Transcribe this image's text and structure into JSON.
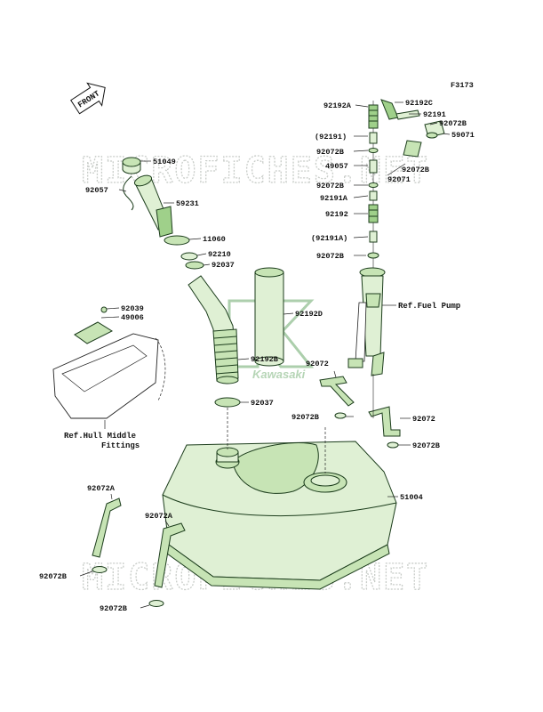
{
  "figure_code": "F3173",
  "front_label": "FRONT",
  "watermark_text": "MICROFICHES.NET",
  "logo_text": "Kawasaki",
  "colors": {
    "part_fill": "#c7e4b5",
    "part_fill_light": "#dff0d4",
    "part_fill_dark": "#9fd08a",
    "outline": "#1c3d1c"
  },
  "labels": {
    "p51049": "51049",
    "p92057": "92057",
    "p59231": "59231",
    "p11060": "11060",
    "p92210": "92210",
    "p92037a": "92037",
    "p92039": "92039",
    "p49006": "49006",
    "p92192D": "92192D",
    "p92192B": "92192B",
    "p92037b": "92037",
    "p92072a": "92072",
    "p92072b": "92072",
    "p92072Bc": "92072B",
    "p92072Bd": "92072B",
    "p51004": "51004",
    "p92072A1": "92072A",
    "p92072A2": "92072A",
    "p92072Be": "92072B",
    "p92072Bf": "92072B",
    "p92192A": "92192A",
    "p92192C": "92192C",
    "p92191": "92191",
    "p92072Bg": "92072B",
    "p59071": "59071",
    "p92191p": "(92191)",
    "p92072Bh": "92072B",
    "p49057": "49057",
    "p92072Bi": "92072B",
    "p92071": "92071",
    "p92072Bj": "92072B",
    "p92191A": "92191A",
    "p92192": "92192",
    "p92191Ap": "(92191A)",
    "p92072Bk": "92072B"
  },
  "references": {
    "fuel_pump": "Ref.Fuel Pump",
    "hull_line1": "Ref.Hull Middle",
    "hull_line2": "Fittings"
  }
}
